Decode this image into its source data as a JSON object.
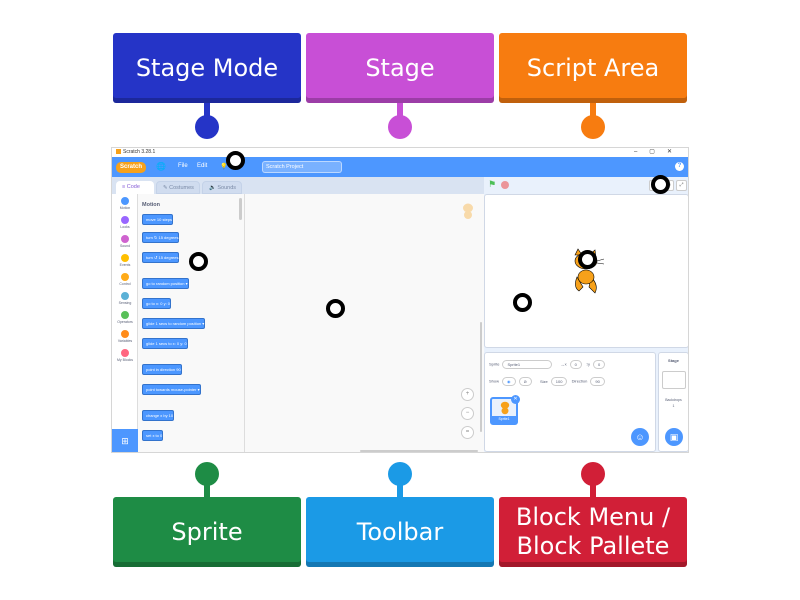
{
  "labels": {
    "top": [
      {
        "text": "Stage Mode",
        "color": "#2534c7"
      },
      {
        "text": "Stage",
        "color": "#c84fd6"
      },
      {
        "text": "Script Area",
        "color": "#f77c10"
      }
    ],
    "bottom": [
      {
        "text": "Sprite",
        "color": "#1e8c45"
      },
      {
        "text": "Toolbar",
        "color": "#1b9ae6"
      },
      {
        "text": "Block Menu /\nBlock Pallete",
        "color": "#d11f37"
      }
    ]
  },
  "app": {
    "window_title": "Scratch 3.28.1",
    "logo": "Scratch",
    "menu": [
      "File",
      "Edit"
    ],
    "project_title": "Scratch Project",
    "tabs": [
      "Code",
      "Costumes",
      "Sounds"
    ]
  },
  "categories": [
    {
      "label": "Motion",
      "color": "#4c97ff"
    },
    {
      "label": "Looks",
      "color": "#9966ff"
    },
    {
      "label": "Sound",
      "color": "#cf63cf"
    },
    {
      "label": "Events",
      "color": "#ffbf00"
    },
    {
      "label": "Control",
      "color": "#ffab19"
    },
    {
      "label": "Sensing",
      "color": "#5cb1d6"
    },
    {
      "label": "Operators",
      "color": "#59c059"
    },
    {
      "label": "Variables",
      "color": "#ff8c1a"
    },
    {
      "label": "My Blocks",
      "color": "#ff6680"
    }
  ],
  "palette": {
    "heading": "Motion",
    "blocks": [
      "move 10 steps",
      "turn ↻ 15 degrees",
      "turn ↺ 15 degrees",
      "go to random position ▾",
      "go to x: 0 y: 0",
      "glide 1 secs to random position ▾",
      "glide 1 secs to x: 0 y: 0",
      "point in direction 90",
      "point towards mouse-pointer ▾",
      "change x by 10",
      "set x to 0"
    ]
  },
  "sprite_info": {
    "sprite_label": "Sprite",
    "sprite_name": "Sprite1",
    "x_label": "x",
    "x": "0",
    "y_label": "y",
    "y": "0",
    "show_label": "Show",
    "size_label": "Size",
    "size": "100",
    "direction_label": "Direction",
    "direction": "90",
    "thumb_label": "Sprite1"
  },
  "stage_pane": {
    "title": "Stage",
    "backdrops_label": "Backdrops",
    "backdrops_count": "1"
  }
}
